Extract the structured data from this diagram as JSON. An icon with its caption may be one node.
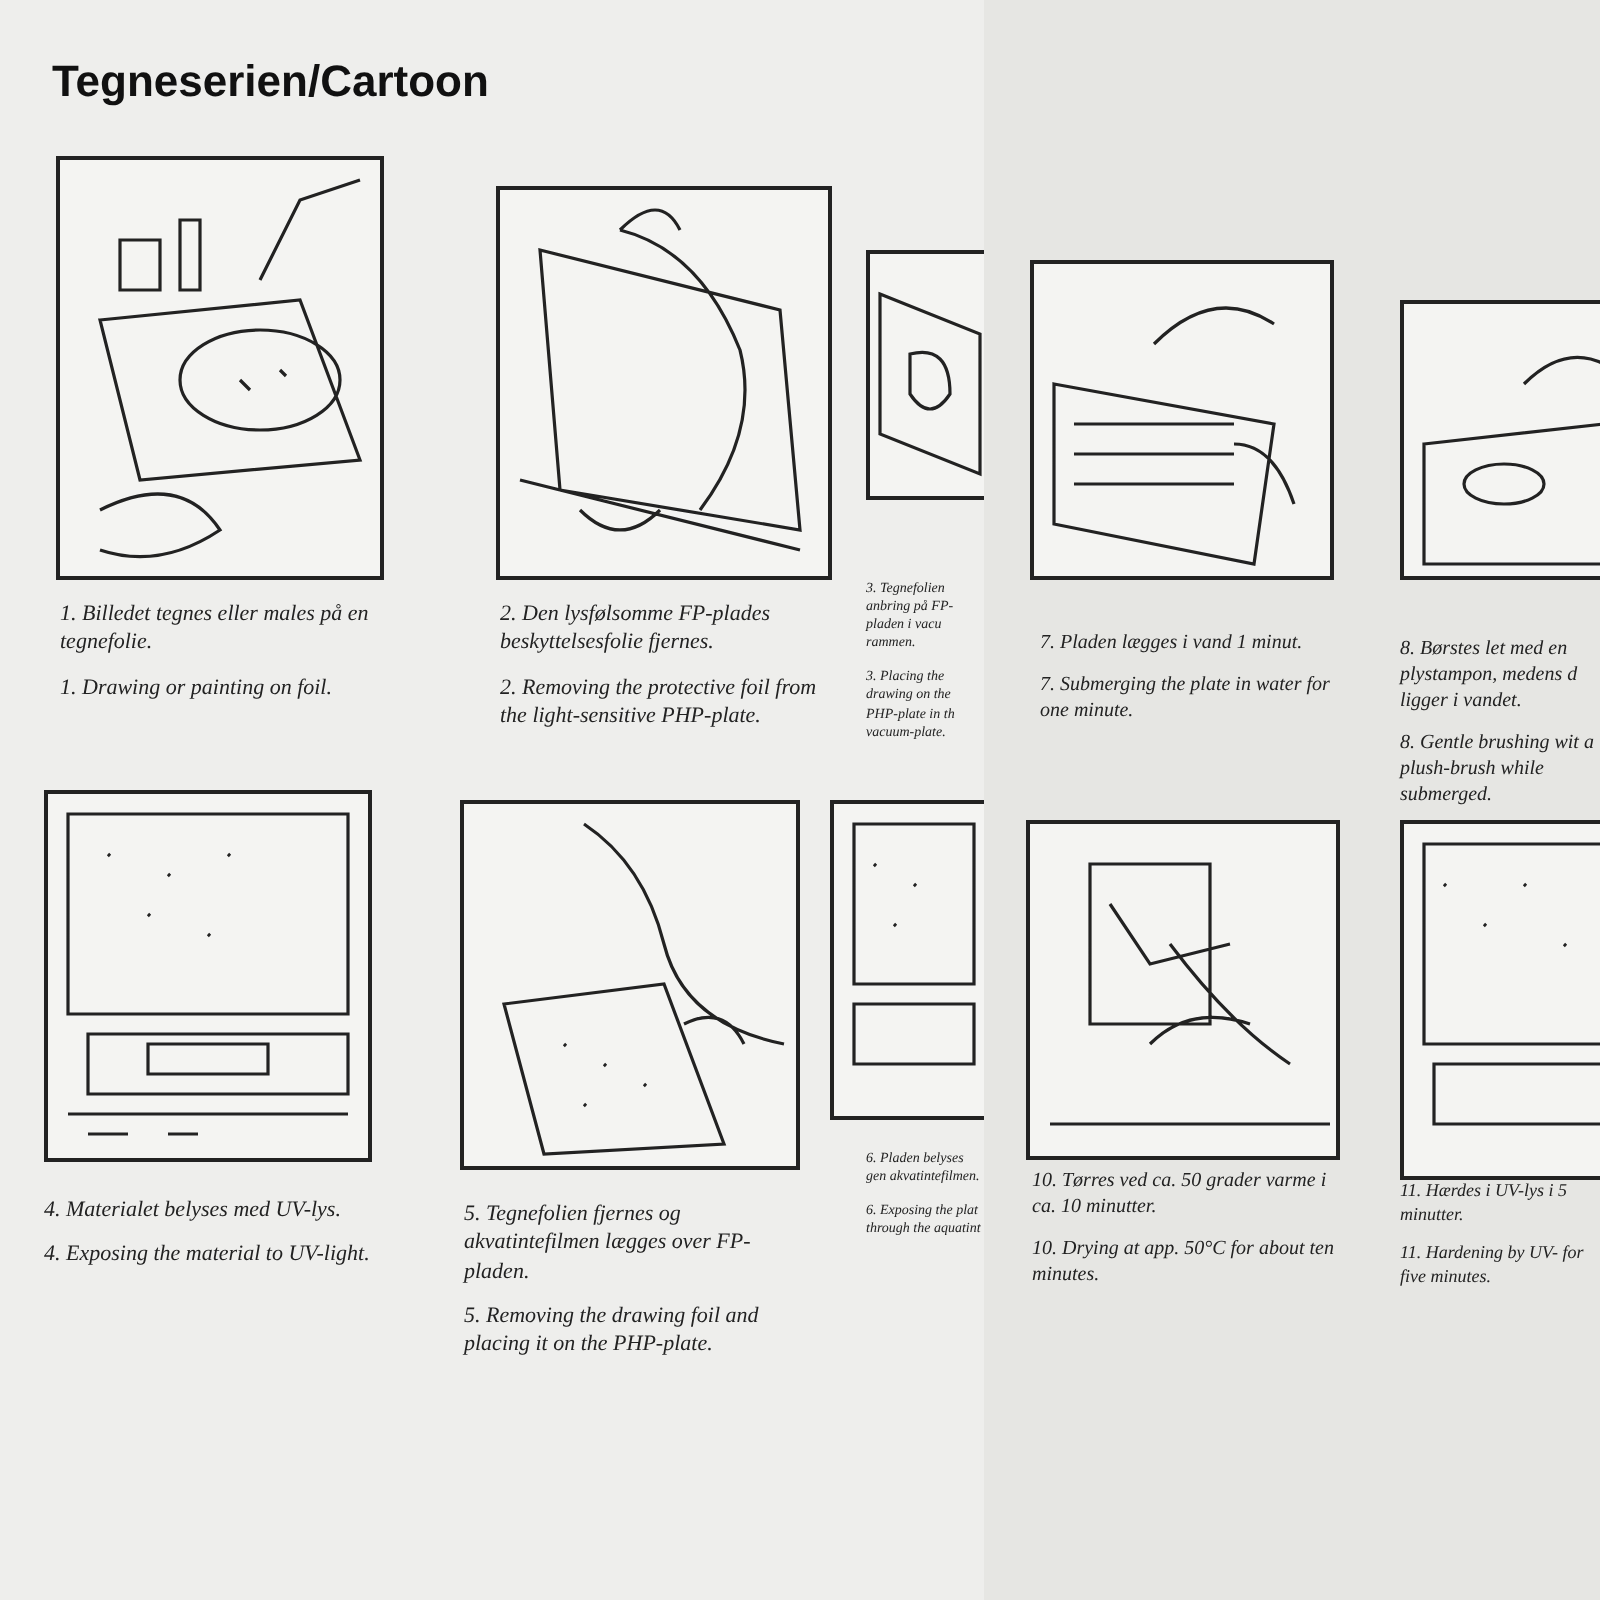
{
  "diagram": {
    "title": "Tegneserien/Cartoon",
    "nodes": [
      {
        "text": [],
        "shape": "picture",
        "beside": [
          "1. Billedet tegnes eller males på en tegnefolie.",
          "1. Drawing or painting on foil."
        ]
      },
      {
        "text": [],
        "shape": "picture",
        "beside": [
          "2. Den lysfølsomme FP-plades beskyttelsesfolie fjernes.",
          "2. Removing the protective foil from the light-sensitive PHP-plate."
        ]
      },
      {
        "text": [],
        "shape": "picture",
        "beside": [
          "3. Tegnefolien anbring på FP-pladen i vacu rammen.",
          "3. Placing the drawing on the PHP-plate in th vacuum-plate."
        ]
      },
      {
        "text": [],
        "shape": "picture",
        "beside": [
          "4. Materialet belyses med UV-lys.",
          "4. Exposing the material to UV-light."
        ]
      },
      {
        "text": [],
        "shape": "picture",
        "beside": [
          "5. Tegnefolien fjernes og akvatintefilmen lægges over FP-pladen.",
          "5. Removing the drawing foil and placing it on the PHP-plate."
        ]
      },
      {
        "text": [],
        "shape": "picture",
        "beside": [
          "6. Pladen belyses gen akvatintefilmen.",
          "6. Exposing the plat through the aquatint"
        ]
      },
      {
        "text": [],
        "shape": "picture",
        "beside": [
          "7. Pladen lægges i vand 1 minut.",
          "7. Submerging the plate in water for one minute."
        ]
      },
      {
        "text": [],
        "shape": "picture",
        "beside": [
          "8. Børstes let med en plystampon, medens d ligger i vandet.",
          "8. Gentle brushing wit a plush-brush while submerged."
        ]
      },
      {
        "text": [],
        "shape": "picture",
        "beside": [
          "10. Tørres ved ca. 50 grader varme i ca. 10 minutter.",
          "10. Drying at app. 50°C for about ten minutes."
        ]
      },
      {
        "text": [],
        "shape": "picture",
        "beside": [
          "11. Hærdes i UV-lys i 5 minutter.",
          "11. Hardening by UV- for five minutes."
        ]
      }
    ]
  }
}
